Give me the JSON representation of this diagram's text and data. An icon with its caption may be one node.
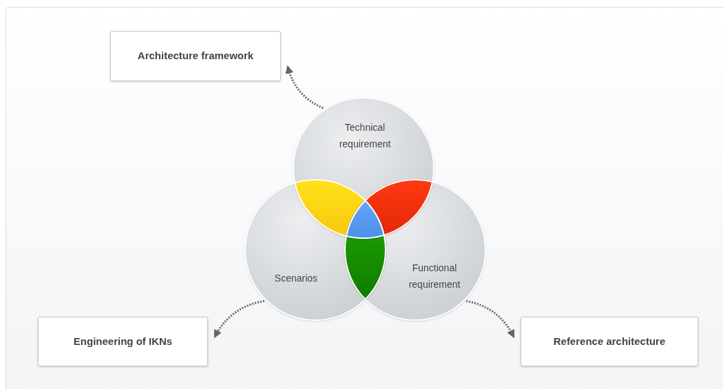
{
  "diagram": {
    "nodes": [
      {
        "text": [
          "Architecture framework"
        ]
      },
      {
        "text": [
          "Technical requirement"
        ]
      },
      {
        "text": [
          "Scenarios"
        ]
      },
      {
        "text": [
          "Functional requirement"
        ]
      },
      {
        "text": [
          "Engineering of IKNs"
        ]
      },
      {
        "text": [
          "Reference architecture"
        ]
      }
    ],
    "edges": [
      {
        "from": 1,
        "to": 0,
        "arrow": "to",
        "style": "dashed"
      },
      {
        "from": 2,
        "to": 4,
        "arrow": "to",
        "style": "dashed"
      },
      {
        "from": 3,
        "to": 5,
        "arrow": "to",
        "style": "dashed"
      }
    ]
  }
}
